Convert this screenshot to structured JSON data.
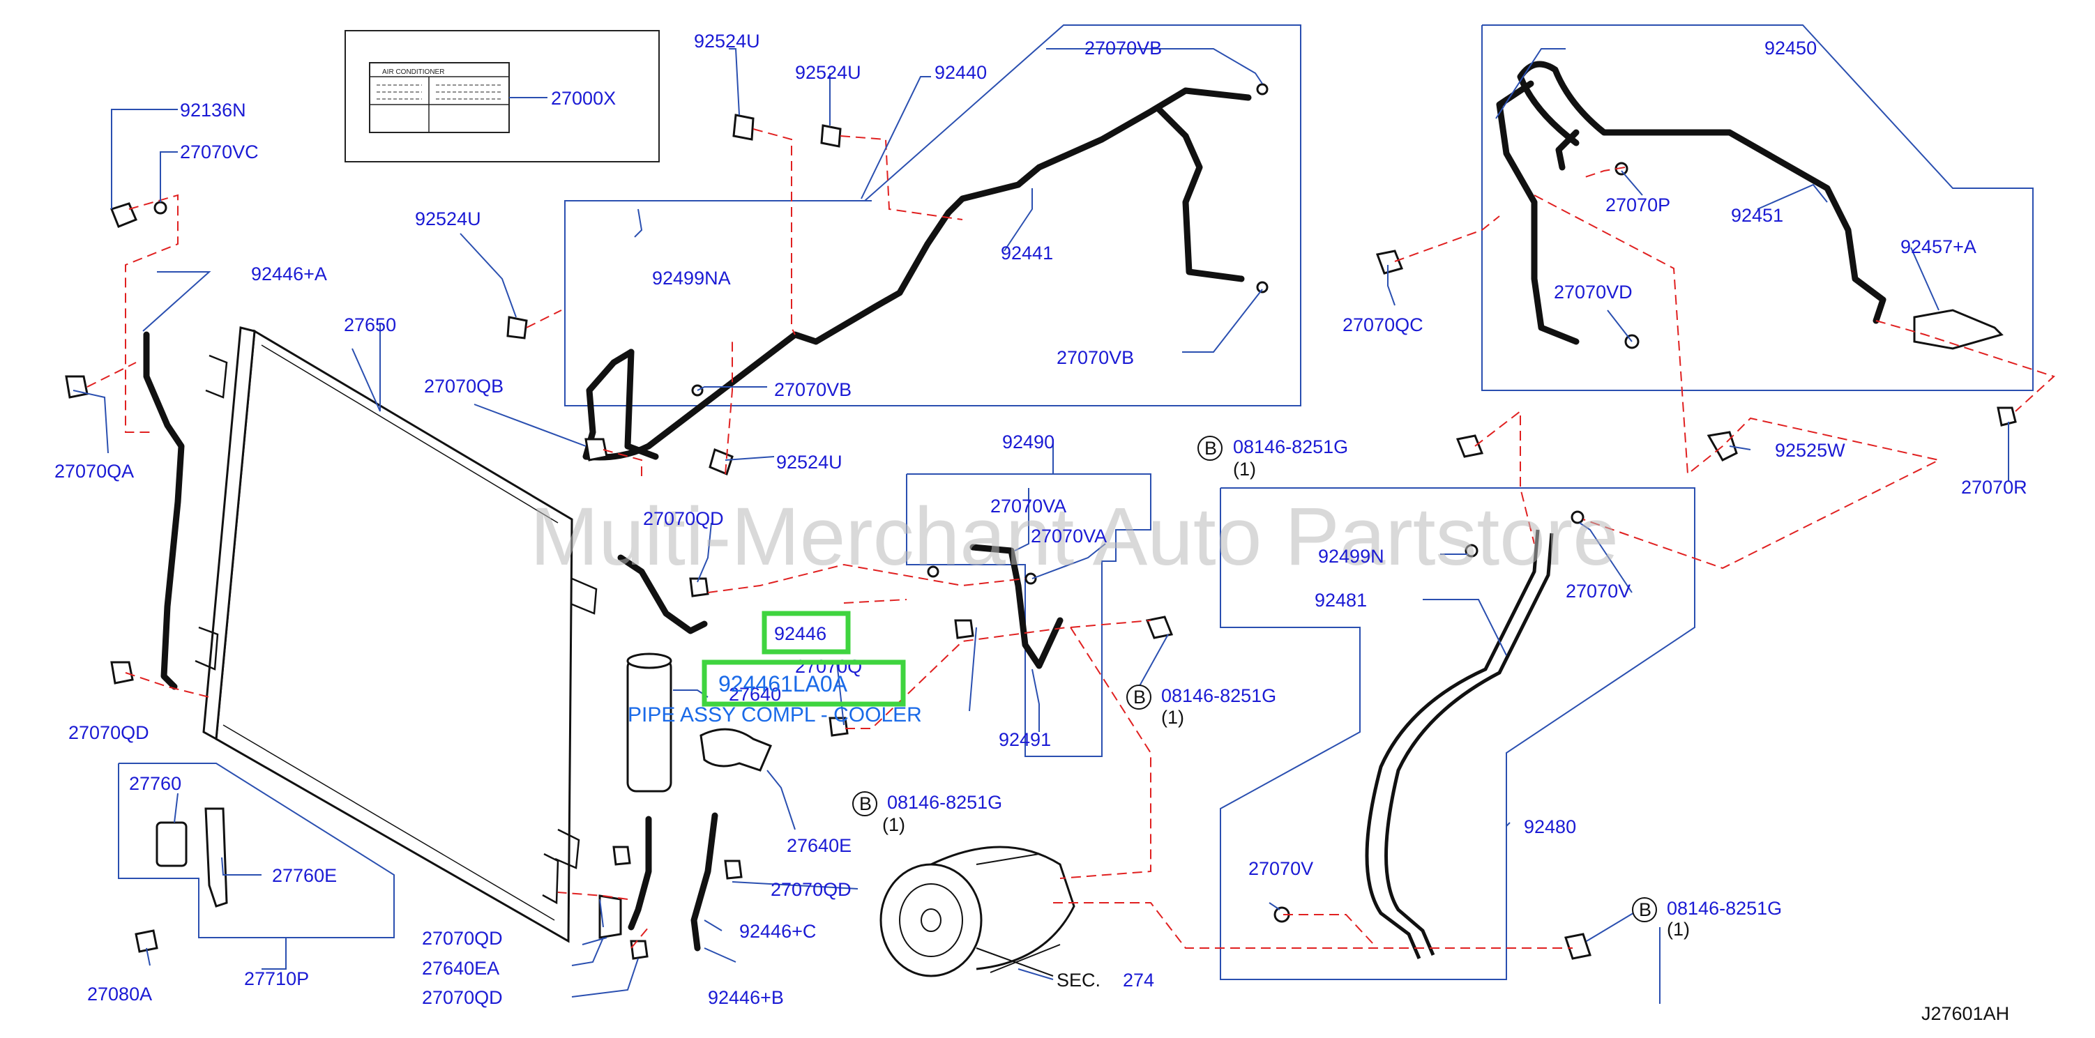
{
  "watermark": "Multi-Merchant Auto Partstore",
  "drawing_id": "J27601AH",
  "highlight": {
    "part_ref": "92446",
    "part_number": "924461LA0A",
    "description": "PIPE ASSY COMPL - COOLER"
  },
  "sticker": {
    "title": "AIR   CONDITIONER"
  },
  "callouts": {
    "c92136N": "92136N",
    "c27070VC": "27070VC",
    "c27000X": "27000X",
    "c92524U_a": "92524U",
    "c92524U_b": "92524U",
    "c92440": "92440",
    "c27070VB_a": "27070VB",
    "c92450": "92450",
    "c92446A": "92446+A",
    "c92524U_c": "92524U",
    "c92499NA": "92499NA",
    "c92441": "92441",
    "c27070VB_b": "27070VB",
    "c27070P": "27070P",
    "c92451": "92451",
    "c92457A": "92457+A",
    "c27070QC": "27070QC",
    "c27070VD": "27070VD",
    "c27650": "27650",
    "c27070QA": "27070QA",
    "c27070QB": "27070QB",
    "c27070VB_c": "27070VB",
    "c92524U_d": "92524U",
    "c92490": "92490",
    "c08146_a": "08146-8251G",
    "c08146_a_qty": "(1)",
    "c92525W": "92525W",
    "c27070R": "27070R",
    "c27070QD_a": "27070QD",
    "c27070VA_a": "27070VA",
    "c27070VA_b": "27070VA",
    "c92499N": "92499N",
    "c27070V_a": "27070V",
    "c92481": "92481",
    "c27070Q": "27070Q",
    "c27640": "27640",
    "c08146_b": "08146-8251G",
    "c08146_b_qty": "(1)",
    "c27070QD_b": "27070QD",
    "c92491": "92491",
    "c27760": "27760",
    "c08146_c": "08146-8251G",
    "c08146_c_qty": "(1)",
    "c92480": "92480",
    "c27640E": "27640E",
    "c27760E": "27760E",
    "c27070QD_c": "27070QD",
    "c27070V_b": "27070V",
    "c92446C": "92446+C",
    "c08146_d": "08146-8251G",
    "c08146_d_qty": "(1)",
    "c27070QD_d": "27070QD",
    "c27640EA": "27640EA",
    "c27080A": "27080A",
    "c27710P": "27710P",
    "c27070QD_e": "27070QD",
    "c92446B": "92446+B",
    "sec_label": "SEC.",
    "sec_num": "274",
    "b_mark": "B"
  }
}
